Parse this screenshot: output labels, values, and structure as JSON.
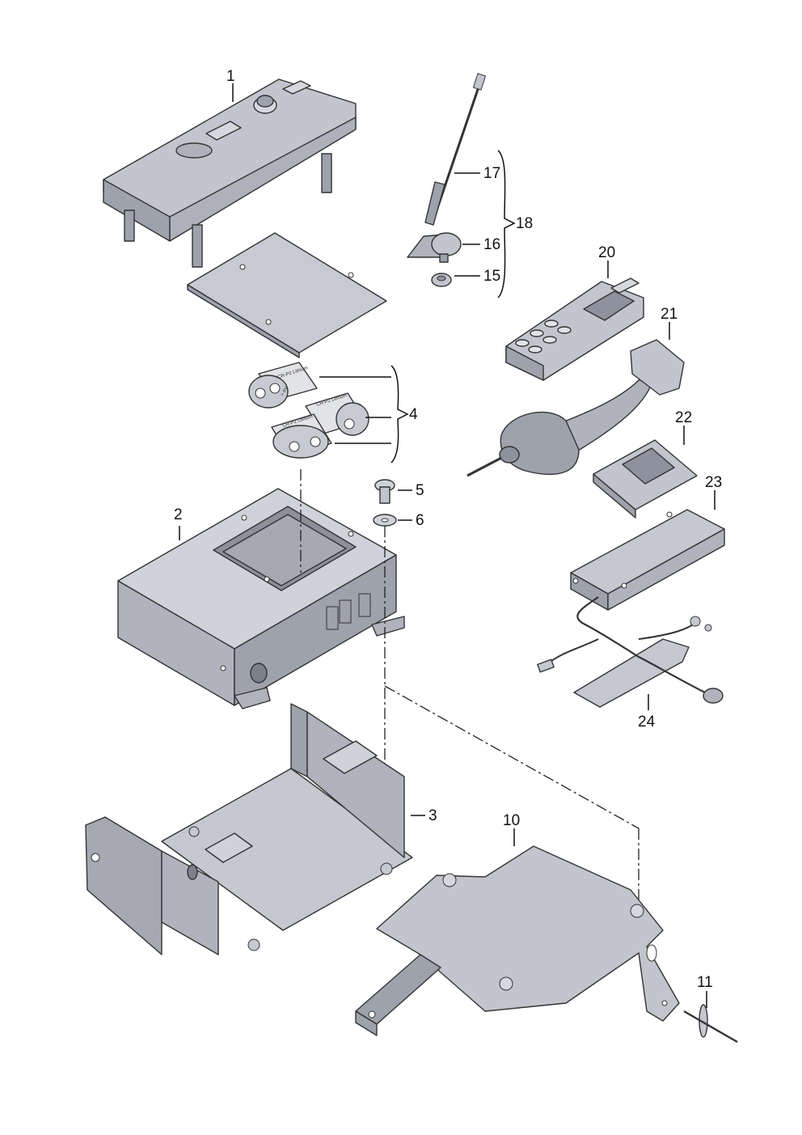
{
  "callouts": {
    "c1": "1",
    "c2": "2",
    "c3": "3",
    "c4": "4",
    "c5": "5",
    "c6": "6",
    "c10": "10",
    "c11": "11",
    "c15": "15",
    "c16": "16",
    "c17": "17",
    "c18": "18",
    "c20": "20",
    "c21": "21",
    "c22": "22",
    "c23": "23",
    "c24": "24"
  },
  "battery": {
    "label_a": "CR-P2 Lithium",
    "label_b": "+ 6V"
  },
  "colors": {
    "part_fill": "#b9bcc6",
    "part_light": "#d6d8de",
    "part_dark": "#8e929e",
    "line": "#222222"
  }
}
